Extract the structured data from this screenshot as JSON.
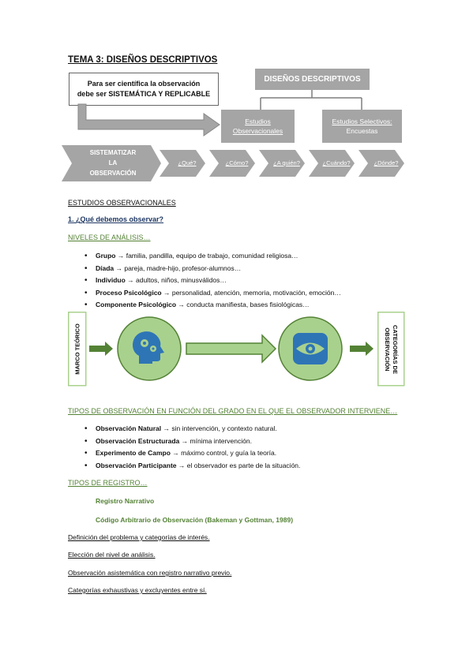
{
  "title": "TEMA 3: DISEÑOS DESCRIPTIVOS",
  "intro": {
    "line1": "Para ser científica la observación",
    "line2": "debe ser SISTEMÁTICA Y REPLICABLE"
  },
  "designs_box": "DISEÑOS DESCRIPTIVOS",
  "branch_left": {
    "line1": "Estudios",
    "line2": "Observacionales"
  },
  "branch_right": {
    "line1": "Estudios Selectivos:",
    "line2": "Encuestas"
  },
  "chevrons": {
    "main": [
      "SISTEMATIZAR",
      "LA",
      "OBSERVACIÓN"
    ],
    "items": [
      "¿Qué?",
      "¿Cómo?",
      "¿A quién?",
      "¿Cuándo?",
      "¿Dónde?"
    ]
  },
  "section_title": "ESTUDIOS OBSERVACIONALES",
  "question1": "1. ¿Qué debemos observar?",
  "levels_heading": "NIVELES DE ANÁLISIS…",
  "levels": [
    {
      "term": "Grupo",
      "desc": " → familia, pandilla, equipo de trabajo, comunidad religiosa…"
    },
    {
      "term": "Díada",
      "desc": " → pareja, madre-hijo, profesor-alumnos…"
    },
    {
      "term": "Individuo",
      "desc": " → adultos, niños, minusválidos…"
    },
    {
      "term": "Proceso Psicológico",
      "desc": " → personalidad, atención, memoria, motivación, emoción…"
    },
    {
      "term": "Componente Psicológico",
      "desc": " → conducta manifiesta, bases fisiológicas…"
    }
  ],
  "flow": {
    "left_label": "MARCO TEÓRICO",
    "right_label": "CATEGORÍAS DE OBSERVACIÓN",
    "accent": "#548235",
    "fill": "#a9d18e",
    "icon_blue": "#2e75b6"
  },
  "obs_heading": "TIPOS DE OBSERVACIÓN EN FUNCIÓN DEL GRADO EN EL QUE EL OBSERVADOR INTERVIENE…",
  "obs_types": [
    {
      "term": "Observación Natural",
      "desc": " → sin intervención, y contexto natural."
    },
    {
      "term": "Observación Estructurada",
      "desc": " → mínima intervención."
    },
    {
      "term": "Experimento de Campo",
      "desc": " → máximo control, y guía la teoría."
    },
    {
      "term": "Observación Participante",
      "desc": " → el observador es parte de la situación."
    }
  ],
  "registro_heading": "TIPOS DE REGISTRO…",
  "registro": [
    "Registro Narrativo",
    "Código Arbitrario de Observación (Bakeman y Gottman, 1989)"
  ],
  "steps": [
    "Definición del problema y categorías de interés.",
    "Elección del nivel de análisis.",
    "Observación asistemática con registro narrativo previo.",
    "Categorías exhaustivas y excluyentes entre sí."
  ]
}
